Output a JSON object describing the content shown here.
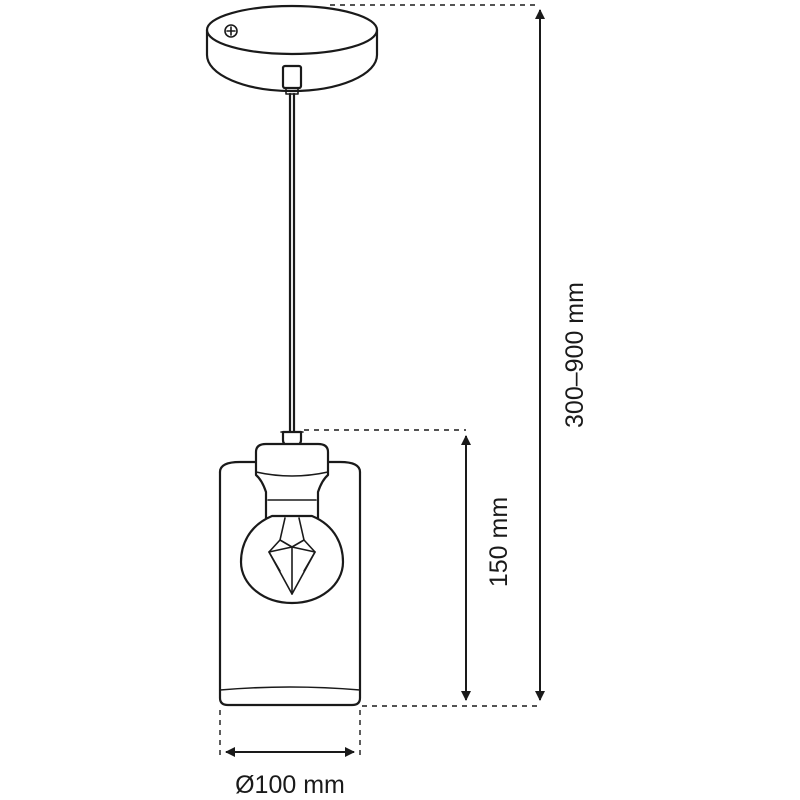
{
  "dimensions": {
    "total_height": "300–900 mm",
    "shade_height": "150 mm",
    "shade_diameter": "Ø100 mm"
  },
  "colors": {
    "line": "#1a1a1a",
    "background": "#ffffff"
  }
}
